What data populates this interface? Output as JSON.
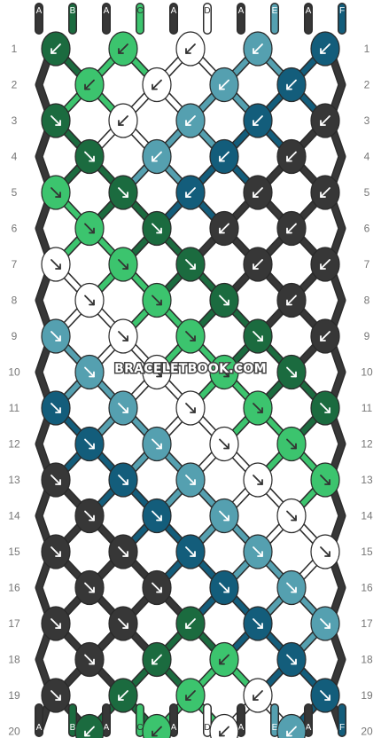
{
  "watermark": "BRACELETBOOK.COM",
  "colors": {
    "A": "#373737",
    "B": "#1b6b3f",
    "C": "#3cc46e",
    "D": "#ffffff",
    "E": "#55a0b0",
    "F": "#135d7b"
  },
  "top_strands": [
    "A",
    "B",
    "A",
    "C",
    "A",
    "D",
    "A",
    "E",
    "A",
    "F"
  ],
  "bottom_strands": [
    "A",
    "B",
    "A",
    "C",
    "A",
    "D",
    "A",
    "E",
    "A",
    "F"
  ],
  "row_numbers": [
    "1",
    "2",
    "3",
    "4",
    "5",
    "6",
    "7",
    "8",
    "9",
    "10",
    "11",
    "12",
    "13",
    "14",
    "15",
    "16",
    "17",
    "18",
    "19",
    "20"
  ],
  "knots": [
    {
      "row": 1,
      "cells": [
        [
          "B",
          "sw"
        ],
        [
          "C",
          "sw"
        ],
        [
          "D",
          "sw"
        ],
        [
          "E",
          "sw"
        ],
        [
          "F",
          "sw"
        ]
      ]
    },
    {
      "row": 2,
      "cells": [
        [
          "C",
          "sw"
        ],
        [
          "D",
          "sw"
        ],
        [
          "E",
          "sw"
        ],
        [
          "F",
          "sw"
        ]
      ]
    },
    {
      "row": 3,
      "cells": [
        [
          "B",
          "se"
        ],
        [
          "D",
          "sw"
        ],
        [
          "E",
          "sw"
        ],
        [
          "F",
          "sw"
        ],
        [
          "A",
          "sw"
        ]
      ]
    },
    {
      "row": 4,
      "cells": [
        [
          "B",
          "se"
        ],
        [
          "E",
          "sw"
        ],
        [
          "F",
          "sw"
        ],
        [
          "A",
          "sw"
        ]
      ]
    },
    {
      "row": 5,
      "cells": [
        [
          "C",
          "se"
        ],
        [
          "B",
          "se"
        ],
        [
          "F",
          "sw"
        ],
        [
          "A",
          "sw"
        ],
        [
          "A",
          "sw"
        ]
      ]
    },
    {
      "row": 6,
      "cells": [
        [
          "C",
          "se"
        ],
        [
          "B",
          "se"
        ],
        [
          "A",
          "sw"
        ],
        [
          "A",
          "sw"
        ]
      ]
    },
    {
      "row": 7,
      "cells": [
        [
          "D",
          "se"
        ],
        [
          "C",
          "se"
        ],
        [
          "B",
          "se"
        ],
        [
          "A",
          "sw"
        ],
        [
          "A",
          "sw"
        ]
      ]
    },
    {
      "row": 8,
      "cells": [
        [
          "D",
          "se"
        ],
        [
          "C",
          "se"
        ],
        [
          "B",
          "se"
        ],
        [
          "A",
          "sw"
        ]
      ]
    },
    {
      "row": 9,
      "cells": [
        [
          "E",
          "se"
        ],
        [
          "D",
          "se"
        ],
        [
          "C",
          "se"
        ],
        [
          "B",
          "se"
        ],
        [
          "A",
          "sw"
        ]
      ]
    },
    {
      "row": 10,
      "cells": [
        [
          "E",
          "se"
        ],
        [
          "D",
          "se"
        ],
        [
          "C",
          "se"
        ],
        [
          "B",
          "se"
        ]
      ]
    },
    {
      "row": 11,
      "cells": [
        [
          "F",
          "se"
        ],
        [
          "E",
          "se"
        ],
        [
          "D",
          "se"
        ],
        [
          "C",
          "se"
        ],
        [
          "B",
          "se"
        ]
      ]
    },
    {
      "row": 12,
      "cells": [
        [
          "F",
          "se"
        ],
        [
          "E",
          "se"
        ],
        [
          "D",
          "se"
        ],
        [
          "C",
          "se"
        ]
      ]
    },
    {
      "row": 13,
      "cells": [
        [
          "A",
          "se"
        ],
        [
          "F",
          "se"
        ],
        [
          "E",
          "se"
        ],
        [
          "D",
          "se"
        ],
        [
          "C",
          "se"
        ]
      ]
    },
    {
      "row": 14,
      "cells": [
        [
          "A",
          "se"
        ],
        [
          "F",
          "se"
        ],
        [
          "E",
          "se"
        ],
        [
          "D",
          "se"
        ]
      ]
    },
    {
      "row": 15,
      "cells": [
        [
          "A",
          "se"
        ],
        [
          "A",
          "se"
        ],
        [
          "F",
          "se"
        ],
        [
          "E",
          "se"
        ],
        [
          "D",
          "se"
        ]
      ]
    },
    {
      "row": 16,
      "cells": [
        [
          "A",
          "se"
        ],
        [
          "A",
          "se"
        ],
        [
          "F",
          "se"
        ],
        [
          "E",
          "se"
        ]
      ]
    },
    {
      "row": 17,
      "cells": [
        [
          "A",
          "se"
        ],
        [
          "A",
          "se"
        ],
        [
          "B",
          "sw"
        ],
        [
          "F",
          "se"
        ],
        [
          "E",
          "se"
        ]
      ]
    },
    {
      "row": 18,
      "cells": [
        [
          "A",
          "se"
        ],
        [
          "B",
          "sw"
        ],
        [
          "C",
          "sw"
        ],
        [
          "F",
          "se"
        ]
      ]
    },
    {
      "row": 19,
      "cells": [
        [
          "A",
          "se"
        ],
        [
          "B",
          "sw"
        ],
        [
          "C",
          "sw"
        ],
        [
          "D",
          "sw"
        ],
        [
          "F",
          "se"
        ]
      ]
    },
    {
      "row": 20,
      "cells": [
        [
          "B",
          "sw"
        ],
        [
          "C",
          "sw"
        ],
        [
          "D",
          "sw"
        ],
        [
          "E",
          "sw"
        ]
      ]
    }
  ]
}
